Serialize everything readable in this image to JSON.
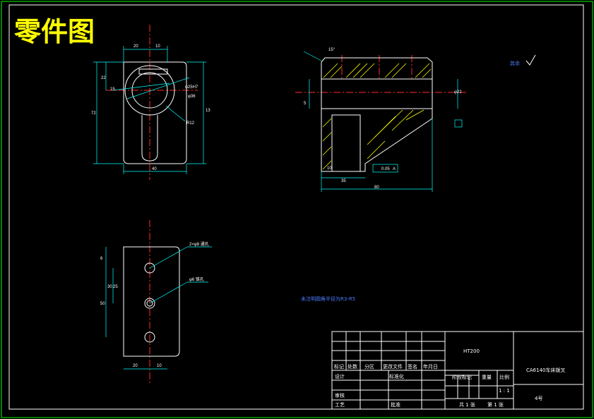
{
  "title": "零件图",
  "frame": {
    "outer_color": "#00ff00",
    "inner_color": "#ffffff"
  },
  "front_view": {
    "dims": [
      "20",
      "10",
      "22",
      "72",
      "40",
      "13",
      "φ25H7",
      "φ36",
      "R12",
      "15"
    ]
  },
  "section_view": {
    "dims": [
      "15°",
      "5",
      "φ22",
      "10",
      "35",
      "80",
      "0.05",
      "A"
    ],
    "surface_note": "其余"
  },
  "bottom_view": {
    "callouts": [
      "2×φ8 通孔",
      "φ6 锥孔"
    ],
    "dims": [
      "6",
      "30",
      "50",
      "25",
      "20",
      "10"
    ]
  },
  "note": "未注明圆角半径为R3-R5",
  "title_block": {
    "material": "HT200",
    "part_name": "CA6140车床拨叉",
    "row_labels": [
      "标记",
      "处数",
      "分区",
      "更改文件",
      "签名",
      "年月日"
    ],
    "design": "设计",
    "standardize": "标准化",
    "review": "审核",
    "process": "工艺",
    "approve": "批准",
    "stage_mark": "阶段标记",
    "weight": "重量",
    "scale": "比例",
    "scale_value": "1 : 1",
    "sheets": "共 1 张",
    "sheet_no": "第 1 张",
    "drawing_no": "4号"
  }
}
